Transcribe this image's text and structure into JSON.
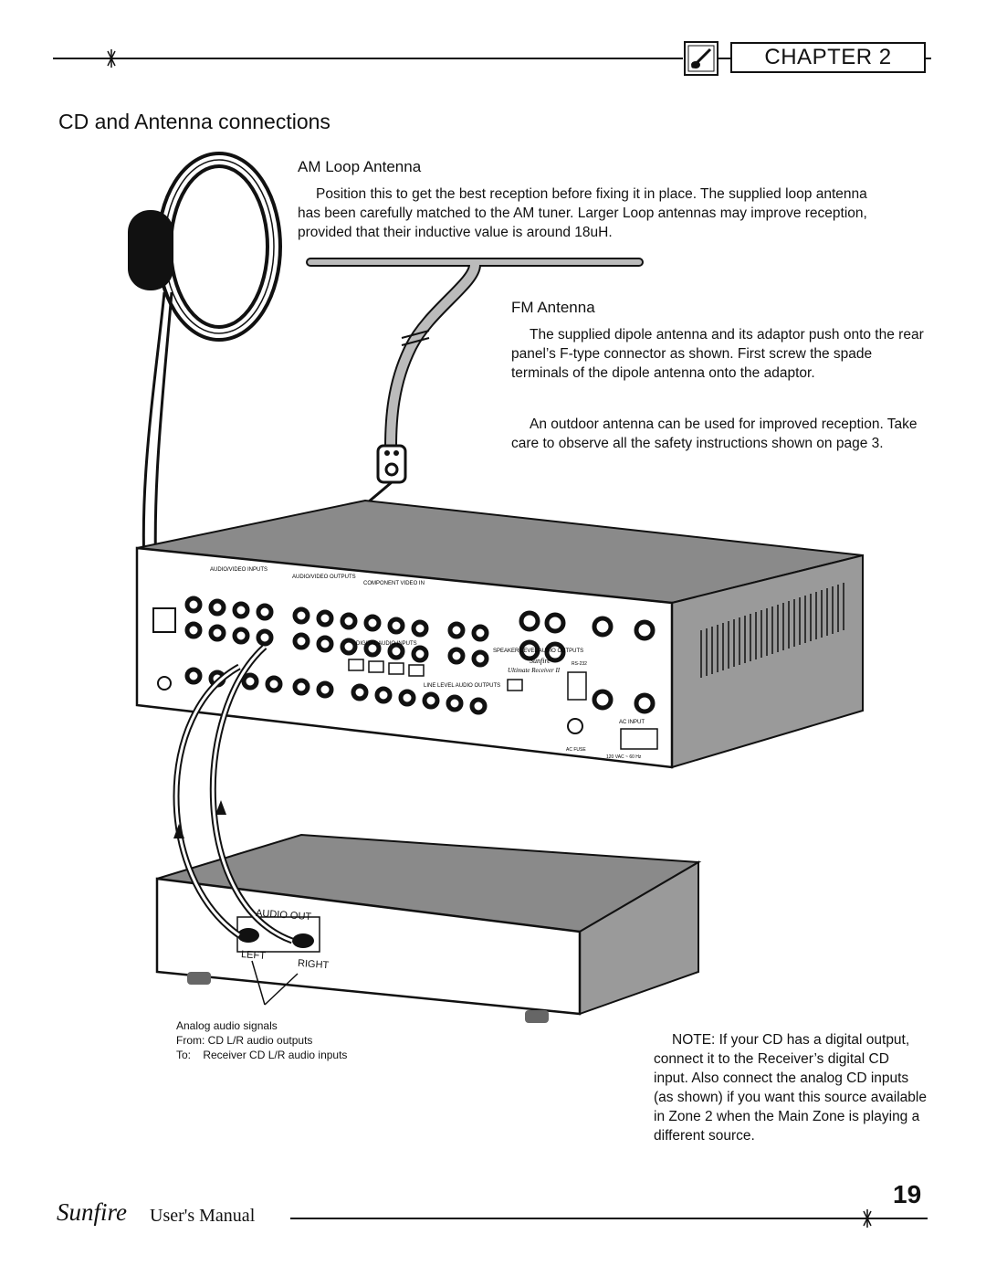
{
  "header": {
    "chapter": "CHAPTER 2"
  },
  "section_title": "CD and Antenna connections",
  "am": {
    "title": "AM Loop Antenna",
    "text": "Position this to get the best reception before fixing it in place. The supplied loop antenna has been carefully matched to the AM tuner. Larger Loop antennas may improve reception, provided that their inductive value is around 18uH."
  },
  "fm": {
    "title": "FM Antenna",
    "p1": "The supplied dipole antenna and its adaptor push onto the rear panel’s F-type connector as shown. First screw the spade terminals of the dipole antenna onto the adaptor.",
    "p2": "An outdoor antenna can be used for improved reception. Take care to observe all the safety instructions shown on page 3."
  },
  "cd_player": {
    "audio_out": "AUDIO OUT",
    "left": "LEFT",
    "right": "RIGHT"
  },
  "caption": {
    "line1": "Analog audio signals",
    "line2": "From: CD L/R audio outputs",
    "line3": "To:    Receiver CD L/R audio inputs"
  },
  "note": "NOTE: If your CD has a digital output, connect it to the Receiver’s digital CD input. Also connect the analog CD inputs (as shown) if you want this source available in Zone 2 when the Main Zone is playing a different source.",
  "receiver_labels": {
    "audio_video_inputs": "AUDIO/VIDEO INPUTS",
    "audio_video_outputs": "AUDIO/VIDEO OUTPUTS",
    "component_video_in": "COMPONENT VIDEO IN",
    "digital_audio_inputs": "DIGITAL AUDIO INPUTS",
    "speaker_level_outputs": "SPEAKER LEVEL AUDIO OUTPUTS",
    "line_level_outputs": "LINE LEVEL AUDIO OUTPUTS",
    "brand": "Sunfire",
    "model": "Ultimate Receiver II",
    "ac_input": "AC INPUT",
    "ac_fuse": "AC FUSE",
    "voltage": "120 VAC ~ 60 Hz",
    "rs232": "RS-232"
  },
  "footer": {
    "brand": "Sunfire",
    "manual": "User's Manual",
    "page": "19"
  }
}
